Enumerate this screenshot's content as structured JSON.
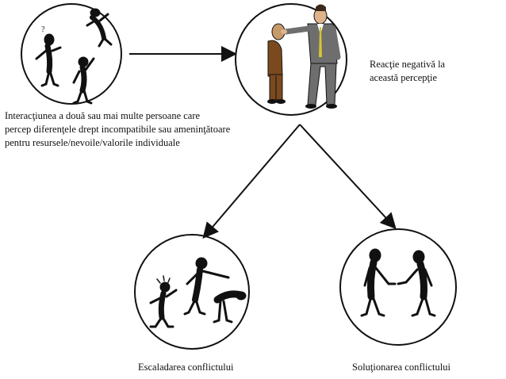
{
  "nodes": {
    "interaction": {
      "lines": [
        "Interacţiunea a două sau mai multe persoane care",
        "percep diferenţele drept incompatibile sau ameninţătoare",
        "pentru resursele/nevoile/valorile individuale"
      ]
    },
    "reaction": {
      "lines": [
        "Reacţie negativă la",
        "această percepţie"
      ]
    },
    "escalation": {
      "label": "Escaladarea  conflictului"
    },
    "resolution": {
      "label": "Soluţionarea   conflictului"
    }
  },
  "colors": {
    "line": "#111111",
    "figure": "#111111",
    "suit": "#6e6e6e",
    "shirt_brown": "#7a4a1e",
    "background": "#ffffff"
  },
  "icons": [
    "stick-figure-group-icon",
    "businessman-scolding-icon",
    "arguing-figures-icon",
    "handshake-icon"
  ]
}
